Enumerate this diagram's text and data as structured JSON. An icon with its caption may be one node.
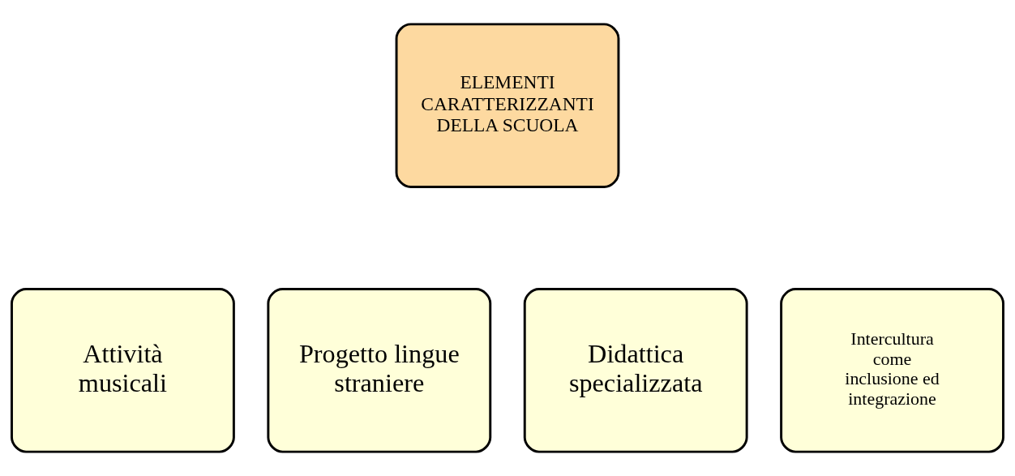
{
  "diagram": {
    "nodes": [
      {
        "text": [
          "ELEMENTI CARATTERIZZANTI DELLA SCUOLA"
        ]
      },
      {
        "text": [
          "Attività musicali"
        ]
      },
      {
        "text": [
          "Progetto lingue straniere"
        ]
      },
      {
        "text": [
          "Didattica specializzata"
        ]
      },
      {
        "text": [
          "Intercultura come inclusione ed integrazione"
        ]
      }
    ],
    "edges": []
  }
}
